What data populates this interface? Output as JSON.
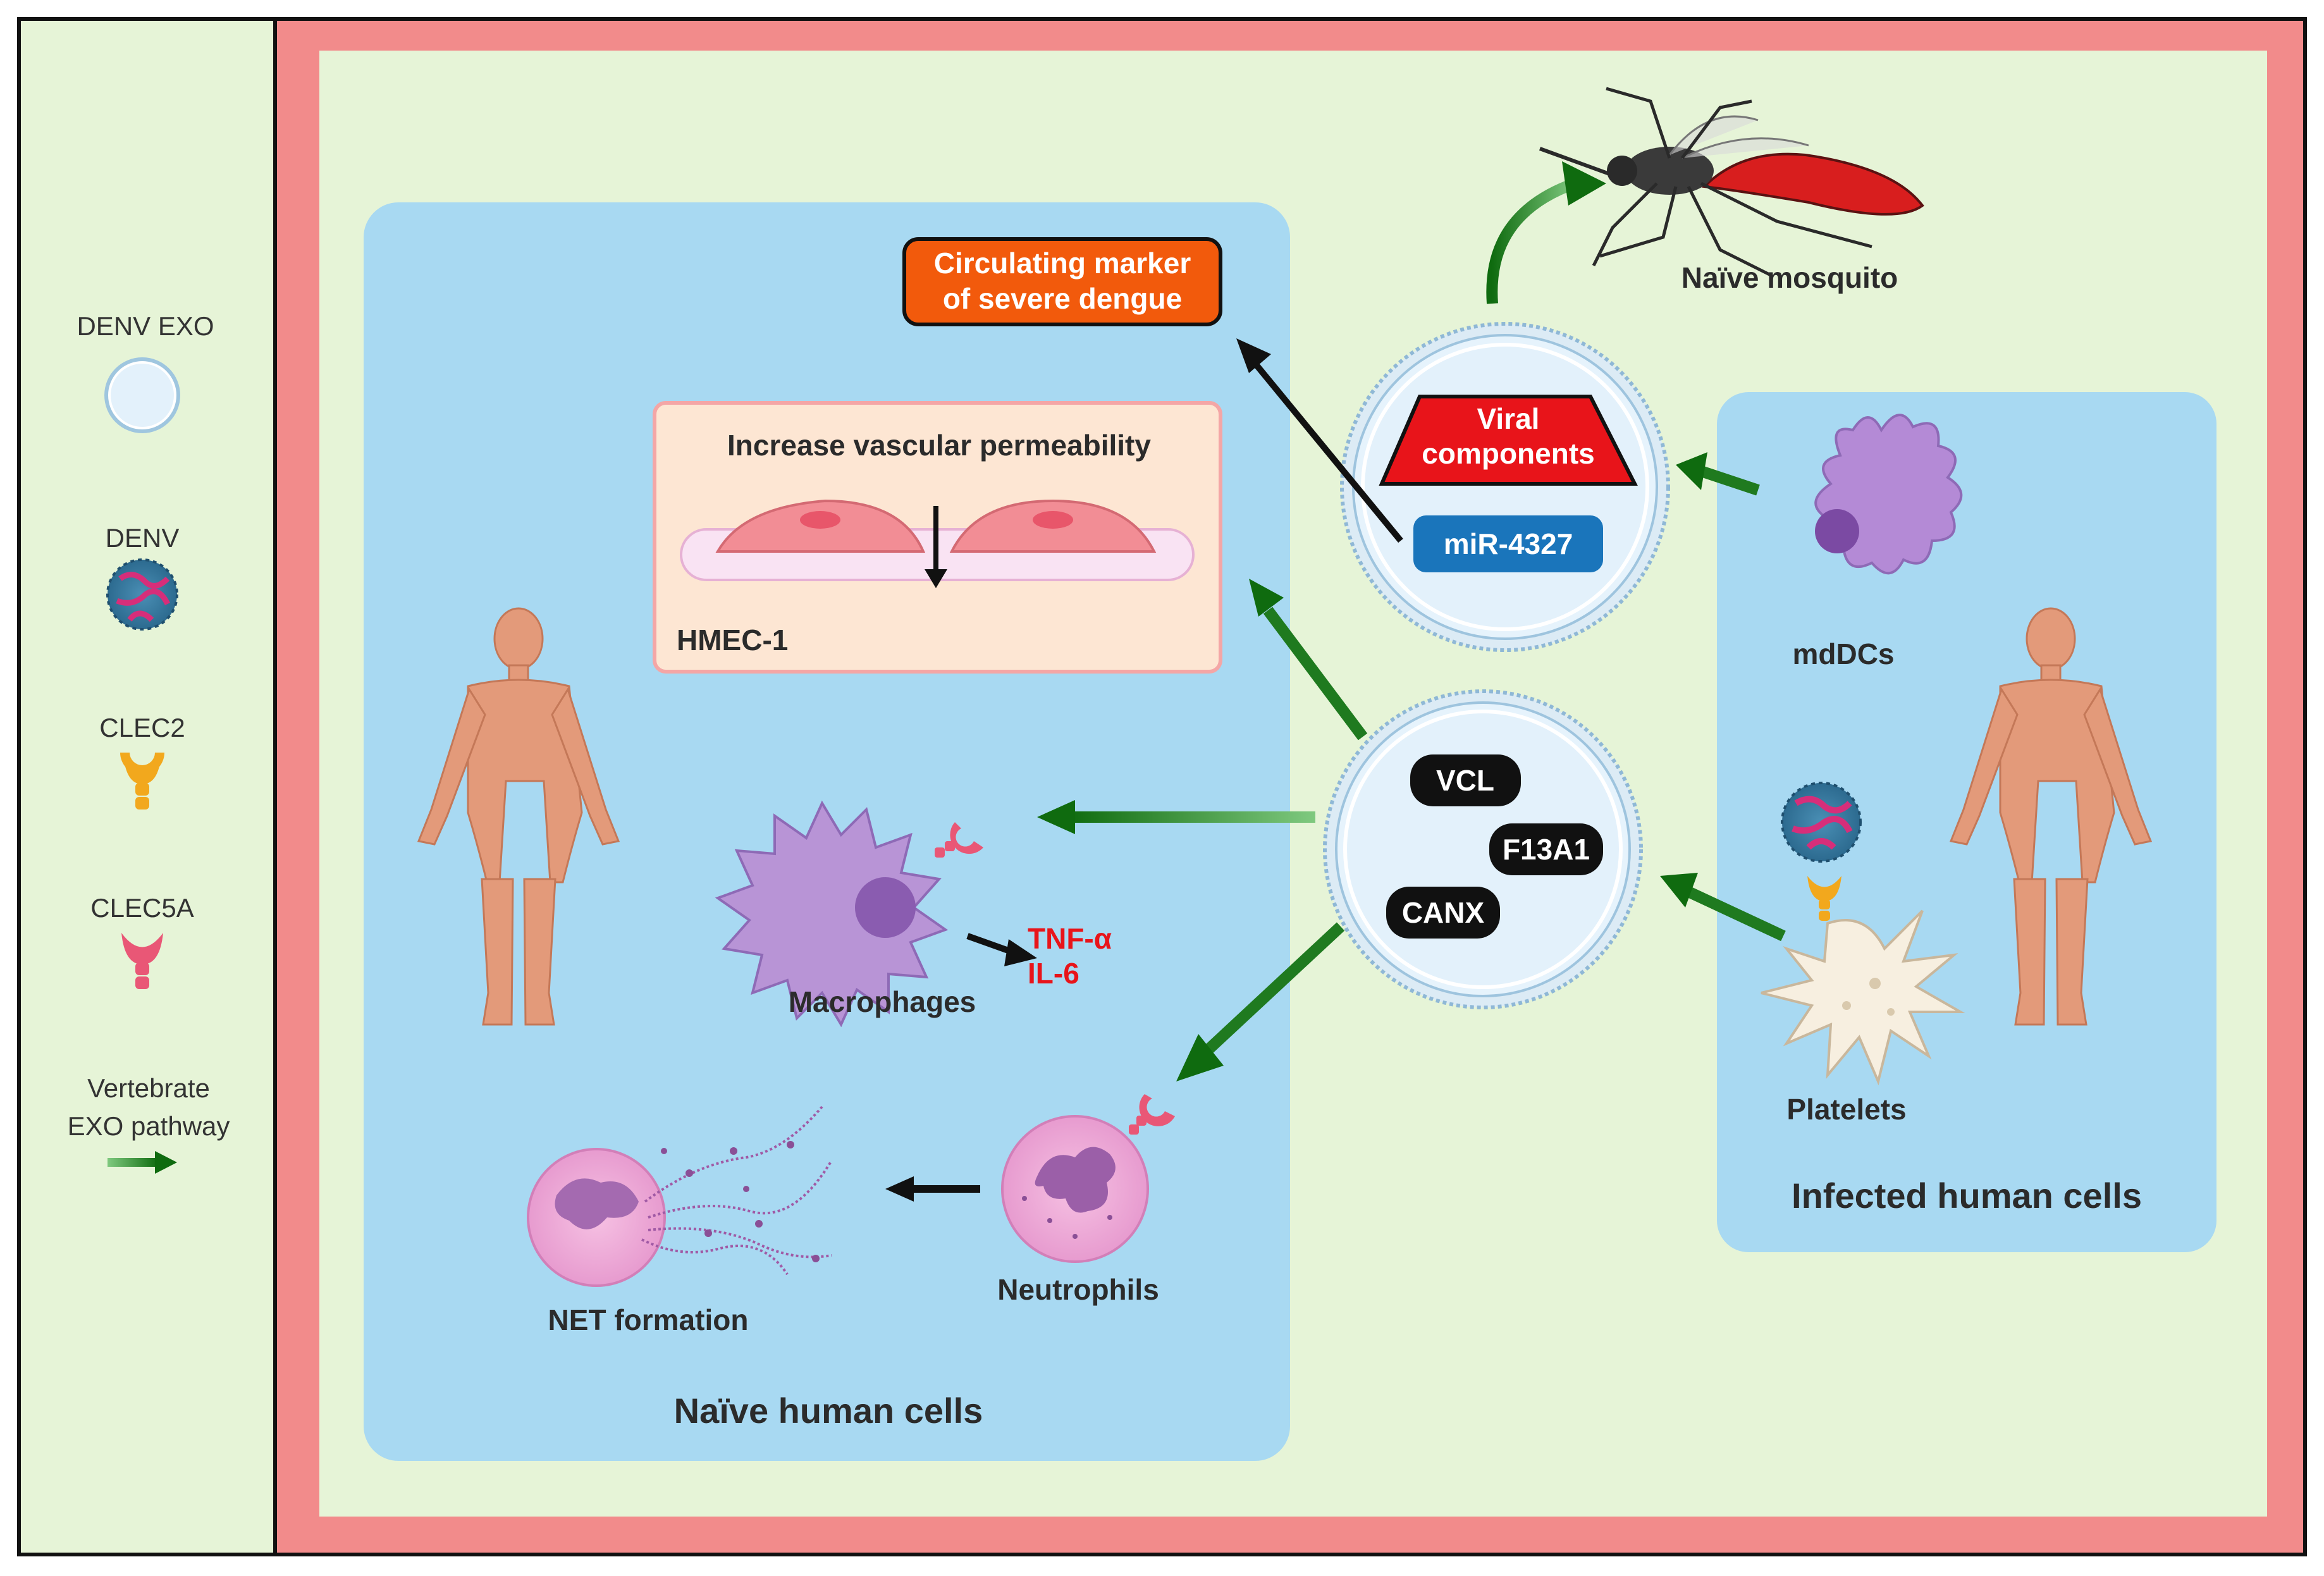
{
  "legend": {
    "denv_exo": "DENV EXO",
    "denv": "DENV",
    "clec2": "CLEC2",
    "clec5a": "CLEC5A",
    "pathway_line1": "Vertebrate",
    "pathway_line2": "EXO pathway"
  },
  "naive_panel": {
    "title": "Naïve human cells",
    "marker_line1": "Circulating marker",
    "marker_line2": "of severe dengue",
    "vascular_title": "Increase vascular permeability",
    "hmec": "HMEC-1",
    "macrophages": "Macrophages",
    "tnf": "TNF-α",
    "il6": "IL-6",
    "neutrophils": "Neutrophils",
    "net_formation": "NET formation"
  },
  "infected_panel": {
    "title": "Infected human cells",
    "mddcs": "mdDCs",
    "platelets": "Platelets"
  },
  "exosome_top": {
    "viral_line1": "Viral",
    "viral_line2": "components",
    "mirna": "miR-4327"
  },
  "exosome_bottom": {
    "proteins": [
      "VCL",
      "F13A1",
      "CANX"
    ]
  },
  "mosquito_label": "Naïve mosquito",
  "colors": {
    "outer_border": "#f28b8b",
    "background": "#e6f4d7",
    "panel_blue": "#a8d9f2",
    "pathway_green": "#1f7a1f",
    "marker_orange": "#f25a0c",
    "viral_red": "#e8141a",
    "mirna_blue": "#1a75bb",
    "cytokine_red": "#e8141a"
  }
}
